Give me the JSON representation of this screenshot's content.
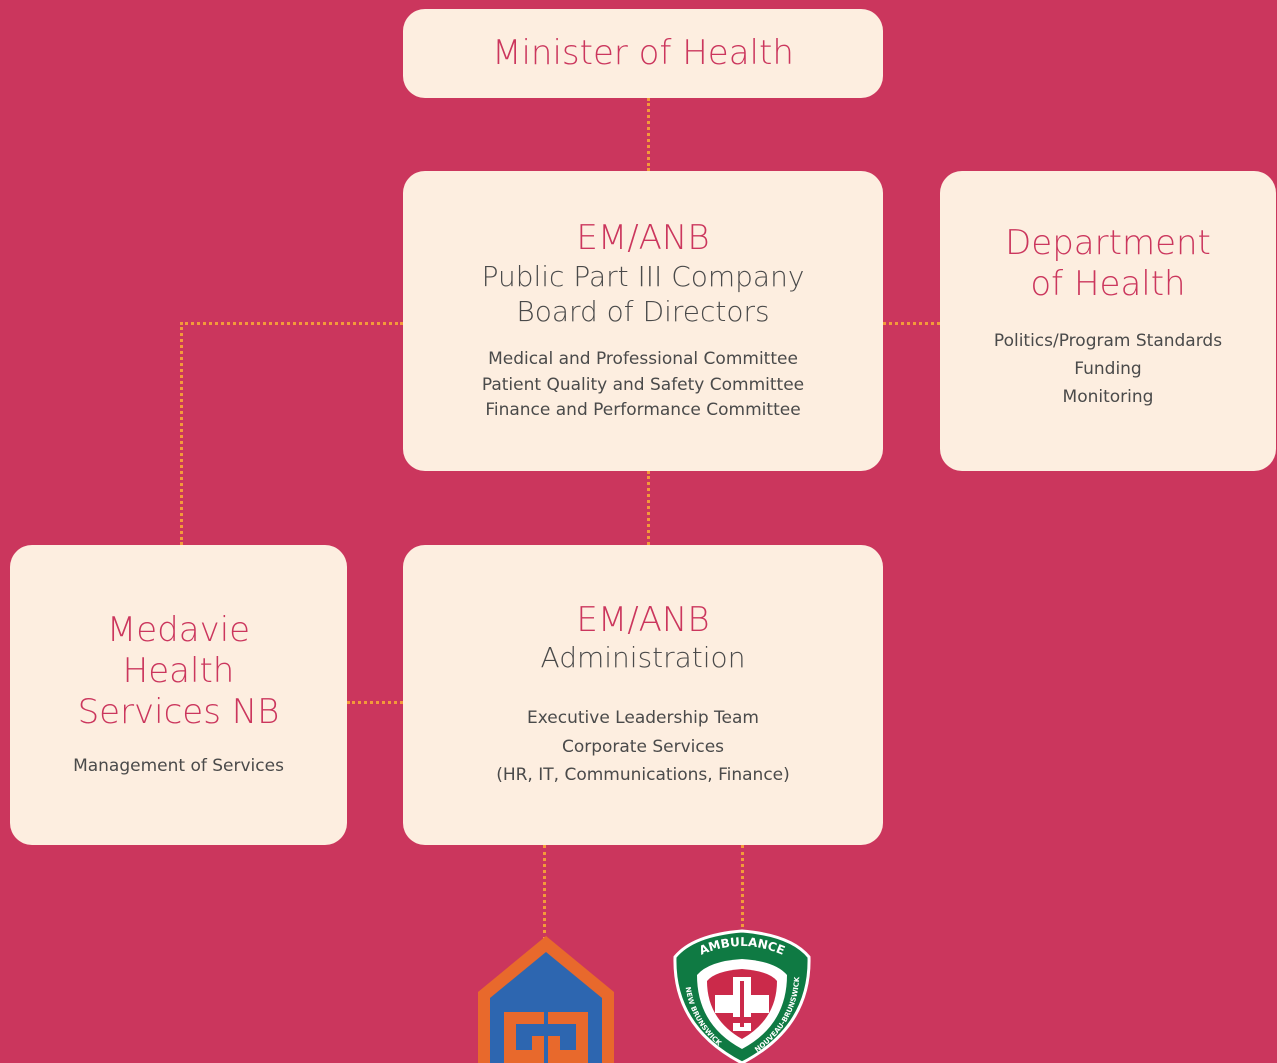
{
  "minister": {
    "title": "Minister of Health"
  },
  "board": {
    "title": "EM/ANB",
    "subtitle_line1": "Public Part III Company",
    "subtitle_line2": "Board of Directors",
    "items": [
      "Medical and Professional Committee",
      "Patient Quality and Safety Committee",
      "Finance and Performance Committee"
    ]
  },
  "department": {
    "title_line1": "Department",
    "title_line2": "of Health",
    "items": [
      "Politics/Program Standards",
      "Funding",
      "Monitoring"
    ]
  },
  "medavie": {
    "title_line1": "Medavie",
    "title_line2": "Health",
    "title_line3": "Services NB",
    "items": [
      "Management of Services"
    ]
  },
  "administration": {
    "title": "EM/ANB",
    "subtitle": "Administration",
    "items": [
      "Executive Leadership Team",
      "Corporate Services",
      "(HR, IT, Communications, Finance)"
    ]
  },
  "logos": {
    "ambulance_text_top": "AMBULANCE",
    "ambulance_text_left": "NEW BRUNSWICK",
    "ambulance_text_right": "NOUVEAU-BRUNSWICK"
  },
  "colors": {
    "background": "#cb365d",
    "box": "#fdeee0",
    "connector": "#f39a3a",
    "accent": "#cb365d"
  }
}
